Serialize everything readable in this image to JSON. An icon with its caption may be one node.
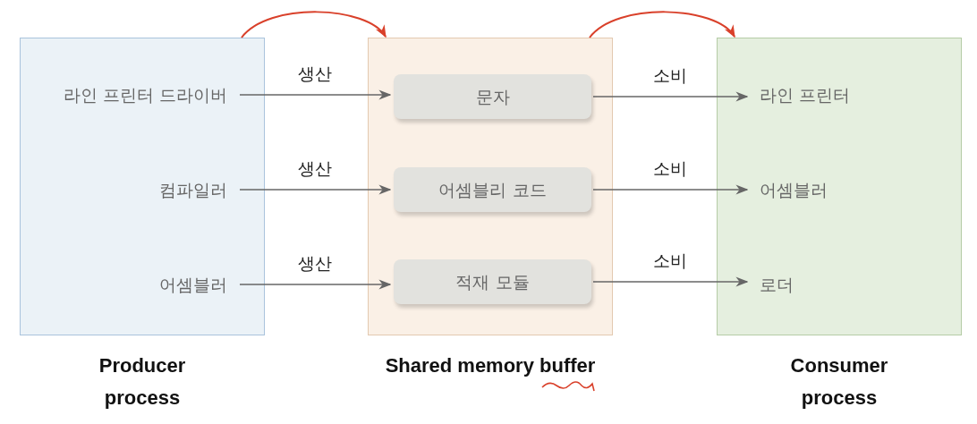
{
  "diagram": {
    "nodes": [
      {
        "text": [
          "Producer process"
        ]
      },
      {
        "text": [
          "라인 프린터 드라이버"
        ],
        "in": 0
      },
      {
        "text": [
          "컴파일러"
        ],
        "in": 0
      },
      {
        "text": [
          "어셈블러"
        ],
        "in": 0
      },
      {
        "text": [
          "Shared memory buffer"
        ]
      },
      {
        "text": [
          "문자"
        ],
        "in": 4
      },
      {
        "text": [
          "어셈블리 코드"
        ],
        "in": 4
      },
      {
        "text": [
          "적재 모듈"
        ],
        "in": 4
      },
      {
        "text": [
          "Consumer process"
        ]
      },
      {
        "text": [
          "라인 프린터"
        ],
        "in": 8
      },
      {
        "text": [
          "어셈블러"
        ],
        "in": 8
      },
      {
        "text": [
          "로더"
        ],
        "in": 8
      }
    ],
    "edges": [
      {
        "from": 1,
        "to": 5,
        "arrow": "to",
        "label": "생산"
      },
      {
        "from": 2,
        "to": 6,
        "arrow": "to",
        "label": "생산"
      },
      {
        "from": 3,
        "to": 7,
        "arrow": "to",
        "label": "생산"
      },
      {
        "from": 5,
        "to": 9,
        "arrow": "to",
        "label": "소비"
      },
      {
        "from": 6,
        "to": 10,
        "arrow": "to",
        "label": "소비"
      },
      {
        "from": 7,
        "to": 11,
        "arrow": "to",
        "label": "소비"
      },
      {
        "from": 0,
        "to": 4,
        "arrow": "to",
        "color": "#d9402a"
      },
      {
        "from": 4,
        "to": 8,
        "arrow": "to",
        "color": "#d9402a"
      }
    ]
  }
}
